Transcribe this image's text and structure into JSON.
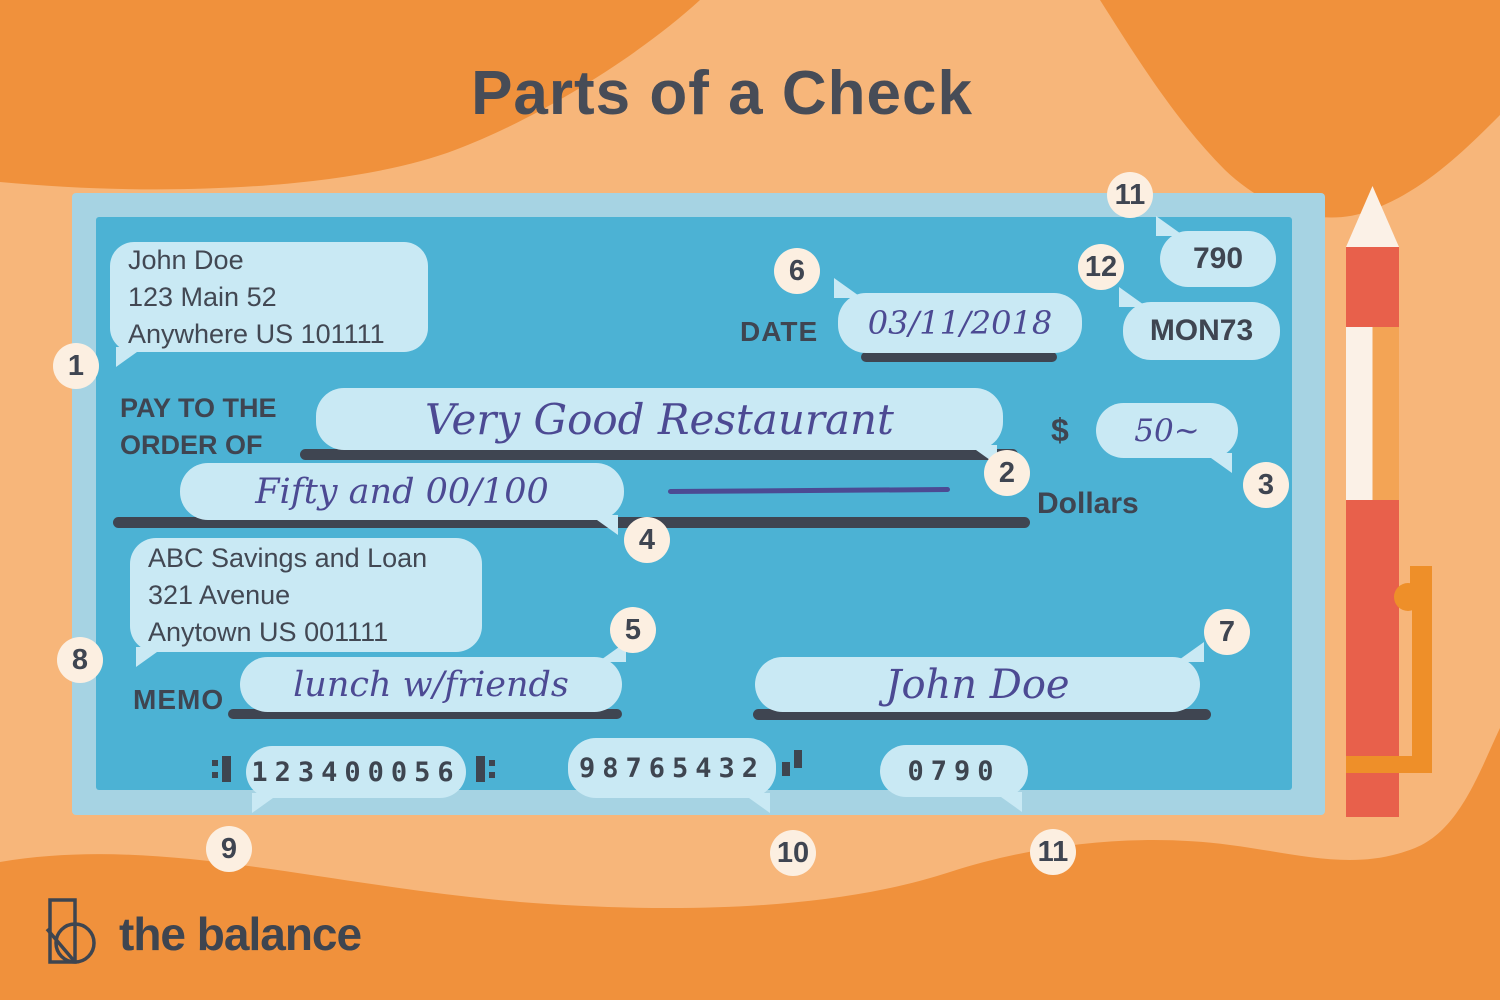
{
  "title": "Parts of a Check",
  "brand": {
    "name": "the balance"
  },
  "callouts": [
    "1",
    "2",
    "3",
    "4",
    "5",
    "6",
    "7",
    "8",
    "9",
    "10",
    "11",
    "12"
  ],
  "check": {
    "payer_name": "John Doe",
    "payer_address1": "123 Main 52",
    "payer_address2": "Anywhere US 101111",
    "date_label": "DATE",
    "date_value": "03/11/2018",
    "fractional_number": "790",
    "bank_id": "MON73",
    "pay_to_line1": "PAY TO THE",
    "pay_to_line2": "ORDER OF",
    "payee": "Very Good Restaurant",
    "dollar_sign": "$",
    "amount_numeric": "50~",
    "amount_words": "Fifty and 00/100",
    "dollars_label": "Dollars",
    "bank_name": "ABC Savings and Loan",
    "bank_address1": "321 Avenue",
    "bank_address2": "Anytown US 001111",
    "memo_label": "MEMO",
    "memo_value": "lunch w/friends",
    "signature": "John Doe",
    "routing_number": "123400056",
    "account_number": "98765432",
    "check_number_micr": "0790"
  },
  "colors": {
    "background_orange": "#f0913c",
    "background_light_orange": "#f7b67a",
    "check_frame": "#a6d3e3",
    "check_blue": "#4cb2d4",
    "bubble_blue": "#c9e9f4",
    "ink_purple": "#4c4a93",
    "text_dark": "#3f4551",
    "callout_cream": "#fcefe1",
    "pen_red": "#e8604b",
    "pen_orange": "#ee8f29"
  }
}
